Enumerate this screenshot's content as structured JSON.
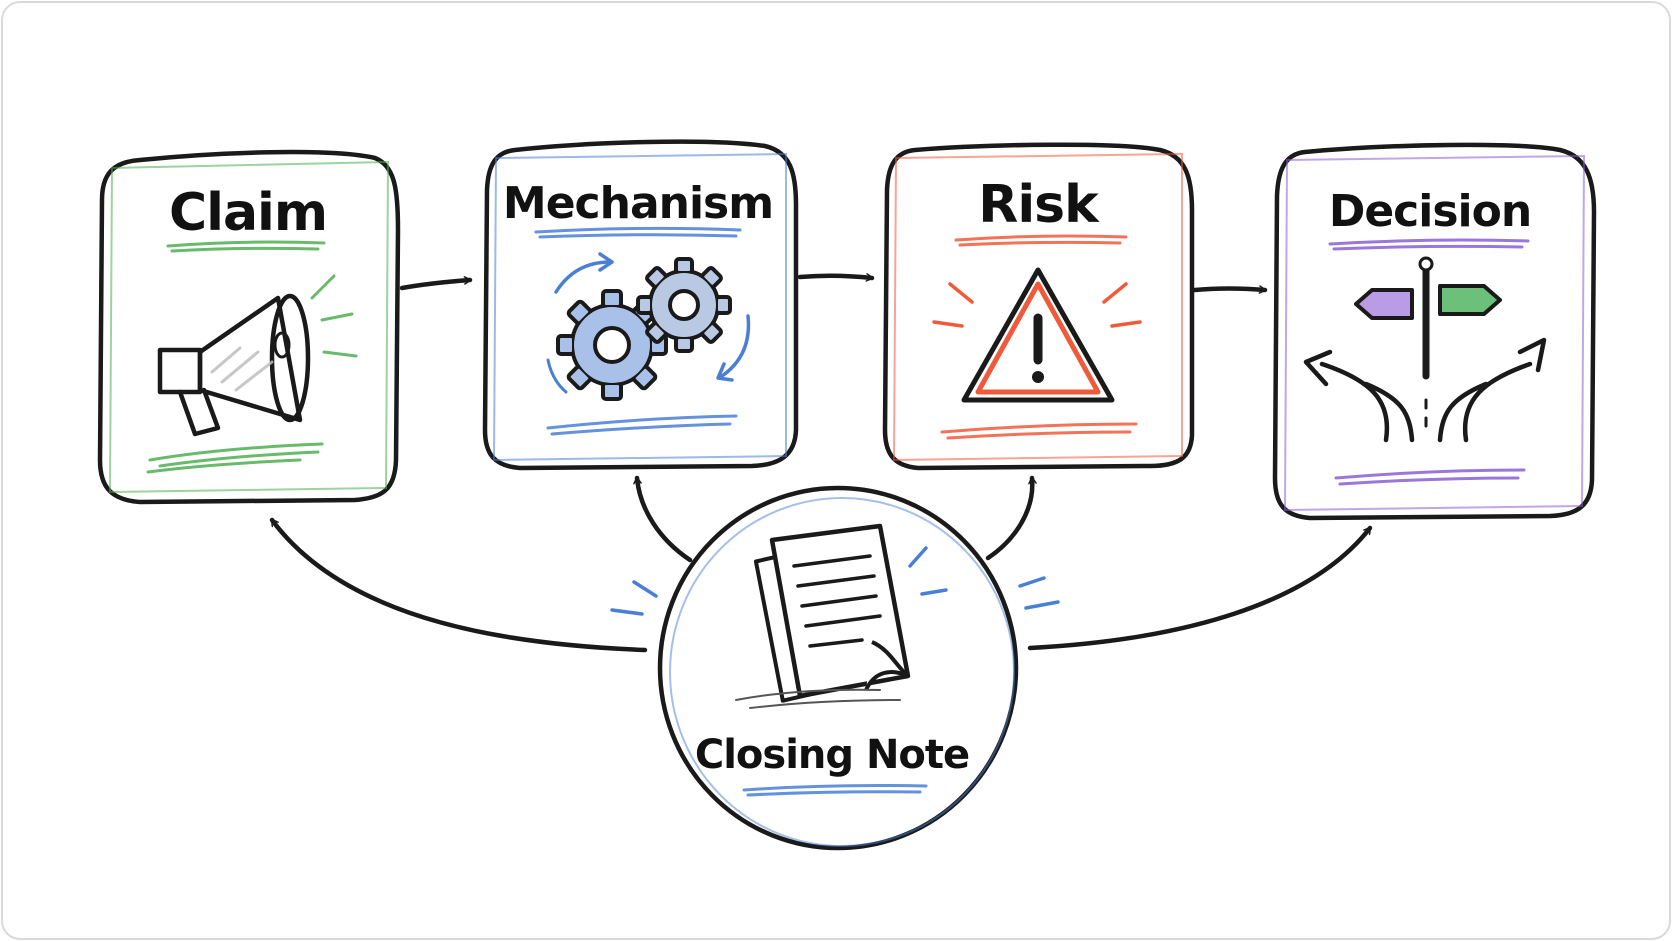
{
  "nodes": [
    {
      "id": "claim",
      "label": "Claim",
      "color": "#4caf50",
      "icon": "megaphone-icon"
    },
    {
      "id": "mechanism",
      "label": "Mechanism",
      "color": "#4a7fd6",
      "icon": "gears-icon"
    },
    {
      "id": "risk",
      "label": "Risk",
      "color": "#f05a3a",
      "icon": "warning-icon"
    },
    {
      "id": "decision",
      "label": "Decision",
      "color": "#8a5fd6",
      "icon": "signpost-icon"
    }
  ],
  "center": {
    "label": "Closing Note",
    "color": "#4a7fd6",
    "icon": "document-icon"
  },
  "edges": [
    {
      "from": "claim",
      "to": "mechanism"
    },
    {
      "from": "mechanism",
      "to": "risk"
    },
    {
      "from": "risk",
      "to": "decision"
    },
    {
      "from": "closing-note",
      "to": "claim"
    },
    {
      "from": "closing-note",
      "to": "mechanism"
    },
    {
      "from": "closing-note",
      "to": "risk"
    },
    {
      "from": "closing-note",
      "to": "decision"
    }
  ]
}
